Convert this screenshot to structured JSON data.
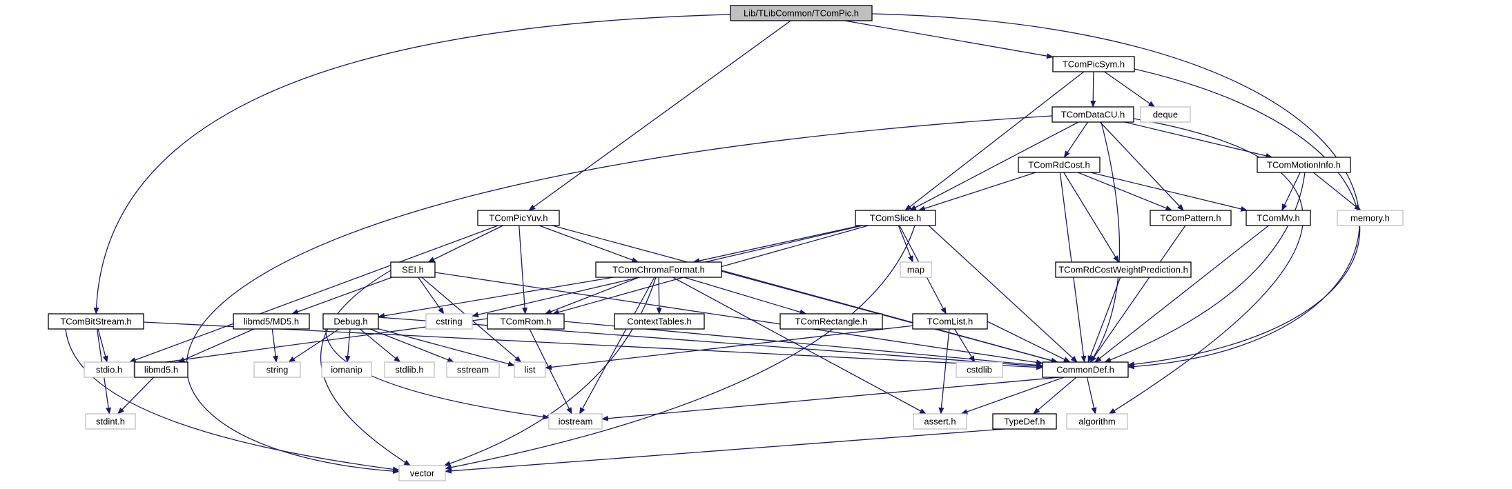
{
  "colors": {
    "edge": "#191970",
    "node_border": "#000000",
    "system_border": "#bfbfbf",
    "root_fill": "#bfbfbf",
    "node_fill": "#ffffff"
  },
  "nodes": [
    {
      "id": "tcompic",
      "label": "Lib/TLibCommon/TComPic.h",
      "kind": "root"
    },
    {
      "id": "tcompicsym",
      "label": "TComPicSym.h",
      "kind": "header"
    },
    {
      "id": "deque",
      "label": "deque",
      "kind": "system"
    },
    {
      "id": "tcomdatacu",
      "label": "TComDataCU.h",
      "kind": "header"
    },
    {
      "id": "tcomrdcost",
      "label": "TComRdCost.h",
      "kind": "header"
    },
    {
      "id": "tcommotioninfo",
      "label": "TComMotionInfo.h",
      "kind": "header"
    },
    {
      "id": "tcompicyuv",
      "label": "TComPicYuv.h",
      "kind": "header"
    },
    {
      "id": "tcomslice",
      "label": "TComSlice.h",
      "kind": "header"
    },
    {
      "id": "tcompattern",
      "label": "TComPattern.h",
      "kind": "header"
    },
    {
      "id": "tcommv",
      "label": "TComMv.h",
      "kind": "header"
    },
    {
      "id": "memoryh",
      "label": "memory.h",
      "kind": "system"
    },
    {
      "id": "sei",
      "label": "SEI.h",
      "kind": "header"
    },
    {
      "id": "tcomchroma",
      "label": "TComChromaFormat.h",
      "kind": "header"
    },
    {
      "id": "map",
      "label": "map",
      "kind": "system"
    },
    {
      "id": "tcomrdcostwp",
      "label": "TComRdCostWeightPrediction.h",
      "kind": "header"
    },
    {
      "id": "tcombitstream",
      "label": "TComBitStream.h",
      "kind": "header"
    },
    {
      "id": "libmd5md5",
      "label": "libmd5/MD5.h",
      "kind": "header"
    },
    {
      "id": "debug",
      "label": "Debug.h",
      "kind": "header"
    },
    {
      "id": "cstring",
      "label": "cstring",
      "kind": "system"
    },
    {
      "id": "tcomrom",
      "label": "TComRom.h",
      "kind": "header"
    },
    {
      "id": "contexttables",
      "label": "ContextTables.h",
      "kind": "header"
    },
    {
      "id": "tcomrectangle",
      "label": "TComRectangle.h",
      "kind": "header"
    },
    {
      "id": "tcomlist",
      "label": "TComList.h",
      "kind": "header"
    },
    {
      "id": "stdioh",
      "label": "stdio.h",
      "kind": "system"
    },
    {
      "id": "libmd5",
      "label": "libmd5.h",
      "kind": "header"
    },
    {
      "id": "string",
      "label": "string",
      "kind": "system"
    },
    {
      "id": "iomanip",
      "label": "iomanip",
      "kind": "system"
    },
    {
      "id": "stdlibh",
      "label": "stdlib.h",
      "kind": "system"
    },
    {
      "id": "sstream",
      "label": "sstream",
      "kind": "system"
    },
    {
      "id": "list",
      "label": "list",
      "kind": "system"
    },
    {
      "id": "cstdlib",
      "label": "cstdlib",
      "kind": "system"
    },
    {
      "id": "commondef",
      "label": "CommonDef.h",
      "kind": "header"
    },
    {
      "id": "stdinth",
      "label": "stdint.h",
      "kind": "system"
    },
    {
      "id": "iostream",
      "label": "iostream",
      "kind": "system"
    },
    {
      "id": "asserth",
      "label": "assert.h",
      "kind": "system"
    },
    {
      "id": "typedef",
      "label": "TypeDef.h",
      "kind": "header"
    },
    {
      "id": "algorithm",
      "label": "algorithm",
      "kind": "system"
    },
    {
      "id": "vector",
      "label": "vector",
      "kind": "system"
    }
  ],
  "edges": [
    {
      "from": "tcompic",
      "to": "tcompicsym"
    },
    {
      "from": "tcompic",
      "to": "tcompicyuv"
    },
    {
      "from": "tcompic",
      "to": "tcombitstream"
    },
    {
      "from": "tcompic",
      "to": "commondef"
    },
    {
      "from": "tcompicsym",
      "to": "tcomdatacu"
    },
    {
      "from": "tcompicsym",
      "to": "deque"
    },
    {
      "from": "tcompicsym",
      "to": "tcomslice"
    },
    {
      "from": "tcompicsym",
      "to": "commondef"
    },
    {
      "from": "tcomdatacu",
      "to": "tcomrdcost"
    },
    {
      "from": "tcomdatacu",
      "to": "tcommotioninfo"
    },
    {
      "from": "tcomdatacu",
      "to": "tcomslice"
    },
    {
      "from": "tcomdatacu",
      "to": "tcompattern"
    },
    {
      "from": "tcomdatacu",
      "to": "commondef"
    },
    {
      "from": "tcomdatacu",
      "to": "algorithm"
    },
    {
      "from": "tcomdatacu",
      "to": "vector"
    },
    {
      "from": "tcomrdcost",
      "to": "tcomslice"
    },
    {
      "from": "tcomrdcost",
      "to": "tcompattern"
    },
    {
      "from": "tcomrdcost",
      "to": "tcommv"
    },
    {
      "from": "tcomrdcost",
      "to": "tcomrdcostwp"
    },
    {
      "from": "tcomrdcost",
      "to": "commondef"
    },
    {
      "from": "tcommotioninfo",
      "to": "tcommv"
    },
    {
      "from": "tcommotioninfo",
      "to": "memoryh"
    },
    {
      "from": "tcommotioninfo",
      "to": "commondef"
    },
    {
      "from": "tcompicyuv",
      "to": "sei"
    },
    {
      "from": "tcompicyuv",
      "to": "tcomchroma"
    },
    {
      "from": "tcompicyuv",
      "to": "tcomrom"
    },
    {
      "from": "tcompicyuv",
      "to": "stdioh"
    },
    {
      "from": "tcompicyuv",
      "to": "commondef"
    },
    {
      "from": "tcomslice",
      "to": "tcomchroma"
    },
    {
      "from": "tcomslice",
      "to": "map"
    },
    {
      "from": "tcomslice",
      "to": "tcomlist"
    },
    {
      "from": "tcomslice",
      "to": "tcomrom"
    },
    {
      "from": "tcomslice",
      "to": "cstring"
    },
    {
      "from": "tcomslice",
      "to": "commondef"
    },
    {
      "from": "tcomslice",
      "to": "vector"
    },
    {
      "from": "tcompattern",
      "to": "commondef"
    },
    {
      "from": "tcommv",
      "to": "commondef"
    },
    {
      "from": "sei",
      "to": "libmd5md5"
    },
    {
      "from": "sei",
      "to": "cstring"
    },
    {
      "from": "sei",
      "to": "list"
    },
    {
      "from": "sei",
      "to": "vector"
    },
    {
      "from": "sei",
      "to": "commondef"
    },
    {
      "from": "tcomchroma",
      "to": "contexttables"
    },
    {
      "from": "tcomchroma",
      "to": "tcomrectangle"
    },
    {
      "from": "tcomchroma",
      "to": "tcomrom"
    },
    {
      "from": "tcomchroma",
      "to": "debug"
    },
    {
      "from": "tcomchroma",
      "to": "iostream"
    },
    {
      "from": "tcomchroma",
      "to": "vector"
    },
    {
      "from": "tcomchroma",
      "to": "asserth"
    },
    {
      "from": "tcomchroma",
      "to": "commondef"
    },
    {
      "from": "tcomrdcostwp",
      "to": "commondef"
    },
    {
      "from": "tcombitstream",
      "to": "stdioh"
    },
    {
      "from": "tcombitstream",
      "to": "stdinth"
    },
    {
      "from": "tcombitstream",
      "to": "vector"
    },
    {
      "from": "tcombitstream",
      "to": "commondef"
    },
    {
      "from": "libmd5md5",
      "to": "libmd5"
    },
    {
      "from": "libmd5md5",
      "to": "string"
    },
    {
      "from": "debug",
      "to": "string"
    },
    {
      "from": "debug",
      "to": "iomanip"
    },
    {
      "from": "debug",
      "to": "stdlibh"
    },
    {
      "from": "debug",
      "to": "sstream"
    },
    {
      "from": "debug",
      "to": "list"
    },
    {
      "from": "debug",
      "to": "iostream"
    },
    {
      "from": "debug",
      "to": "commondef"
    },
    {
      "from": "tcomrom",
      "to": "stdioh"
    },
    {
      "from": "tcomrom",
      "to": "iostream"
    },
    {
      "from": "tcomrom",
      "to": "commondef"
    },
    {
      "from": "tcomlist",
      "to": "list"
    },
    {
      "from": "tcomlist",
      "to": "cstdlib"
    },
    {
      "from": "tcomlist",
      "to": "asserth"
    },
    {
      "from": "tcomlist",
      "to": "commondef"
    },
    {
      "from": "libmd5",
      "to": "stdinth"
    },
    {
      "from": "commondef",
      "to": "iostream"
    },
    {
      "from": "commondef",
      "to": "asserth"
    },
    {
      "from": "commondef",
      "to": "typedef"
    },
    {
      "from": "commondef",
      "to": "algorithm"
    },
    {
      "from": "typedef",
      "to": "vector"
    }
  ]
}
